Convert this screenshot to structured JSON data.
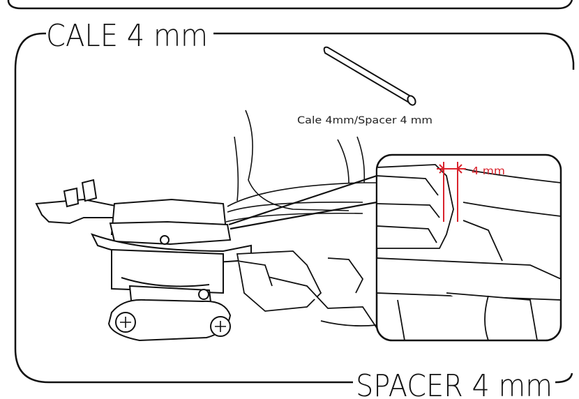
{
  "top_heading": "CALE 4 mm",
  "bottom_heading": "SPACER 4 mm",
  "part_caption": "Cale 4mm/Spacer 4 mm",
  "dimension_label": "4 mm",
  "colors": {
    "line": "#111111",
    "accent": "#d9232d",
    "background": "#ffffff"
  }
}
